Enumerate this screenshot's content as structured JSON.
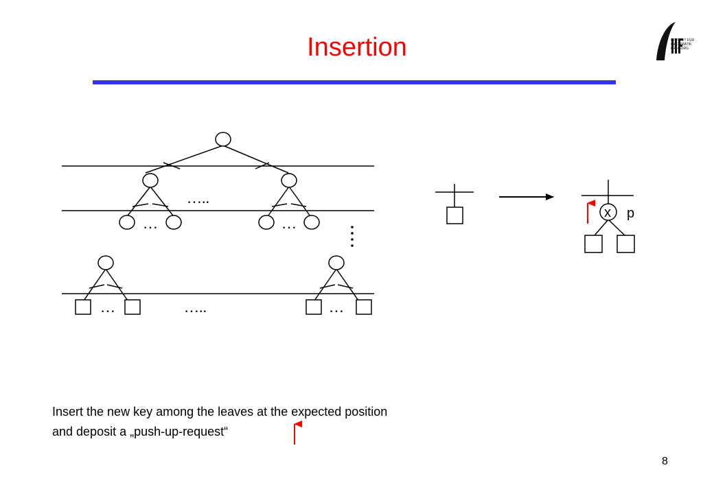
{
  "slide": {
    "title": "Insertion",
    "page_number": "8",
    "caption_lines": [
      "Insert the new key among the leaves at the expected position",
      "and deposit a „push-up-request“"
    ]
  },
  "logo": {
    "lines": [
      "INSTITUT FÜR",
      "INFORMATIK",
      "FREIBURG"
    ]
  },
  "diagram": {
    "ellipsis_short": "…",
    "ellipsis_long": "…..",
    "node_label": "x",
    "pointer_label": "p"
  },
  "colors": {
    "title": "#ff0000",
    "rule": "#3333ee",
    "push_up_arrow": "#ff0000"
  }
}
